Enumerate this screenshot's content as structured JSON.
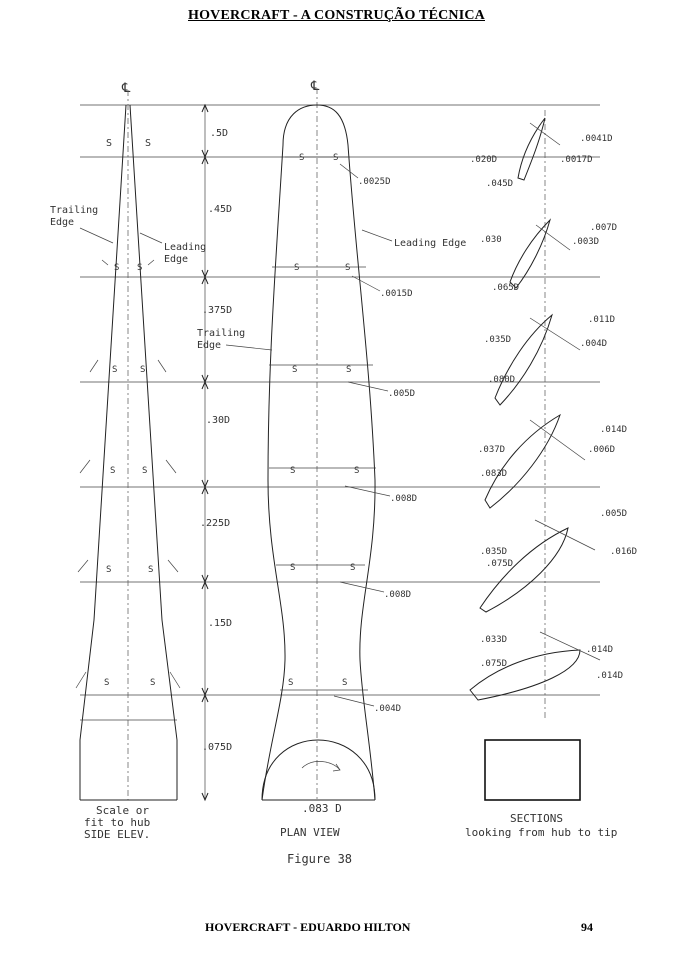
{
  "header": {
    "title": "HOVERCRAFT  -  A CONSTRUÇÃO TÉCNICA"
  },
  "footer": {
    "author": "HOVERCRAFT -  EDUARDO HILTON",
    "page": "94"
  },
  "figure": {
    "caption": "Figure 38",
    "centerline_symbol": "℄",
    "station_label": "S",
    "station_spacings": [
      ".5D",
      ".45D",
      ".375D",
      ".30D",
      ".225D",
      ".15D",
      ".075D"
    ],
    "side_elevation": {
      "label_lines": [
        "Scale or",
        "fit to hub",
        "SIDE ELEV."
      ],
      "trailing_edge_lines": [
        "Trailing",
        "Edge"
      ],
      "leading_edge_lines": [
        "Leading",
        "Edge"
      ]
    },
    "plan_view": {
      "label": "PLAN  VIEW",
      "hub_dimension": ".083 D",
      "leading_edge_label": "Leading Edge",
      "trailing_edge_lines": [
        "Trailing",
        "Edge"
      ],
      "thickness_notes": [
        ".0025D",
        ".0015D",
        ".005D",
        ".008D",
        ".008D",
        ".004D"
      ]
    },
    "sections": {
      "label_lines": [
        "SECTIONS",
        "looking from hub to tip"
      ],
      "notes": [
        [
          ".0041D",
          ".020D",
          ".0017D",
          ".045D"
        ],
        [
          ".007D",
          ".030",
          ".003D",
          ".065D"
        ],
        [
          ".011D",
          ".035D",
          ".004D",
          ".080D"
        ],
        [
          ".014D",
          ".037D",
          ".006D",
          ".083D"
        ],
        [
          ".005D",
          ".035D",
          ".016D",
          ".075D"
        ],
        [
          ".033D",
          ".014D",
          ".075D",
          ".014D"
        ]
      ]
    }
  }
}
